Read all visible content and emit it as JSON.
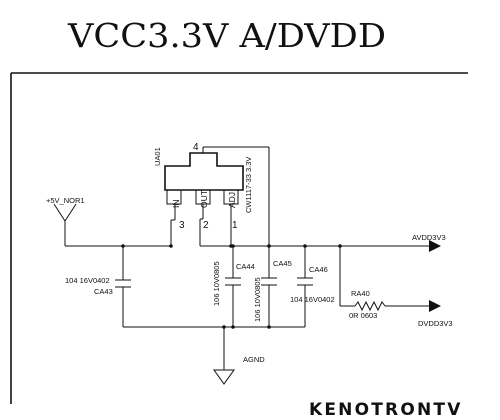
{
  "title": "VCC3.3V  A/DVDD",
  "regulator": {
    "ref": "UA01",
    "part": "CW1117-33 3.3V",
    "pin_names": [
      "IN",
      "OUT",
      "ADJ"
    ],
    "pin_numbers": [
      "3",
      "2",
      "1"
    ],
    "tab_pin": "4"
  },
  "nets": {
    "input": "+5V_NOR1",
    "avdd": "AVDD3V3",
    "dvdd": "DVDD3V3",
    "ground": "AGND"
  },
  "components": {
    "ca43": {
      "ref": "CA43",
      "value": "104 16V0402"
    },
    "ca44": {
      "ref": "CA44",
      "value": "106 10V0805"
    },
    "ca45": {
      "ref": "CA45",
      "value": "106 10V0805"
    },
    "ca46": {
      "ref": "CA46",
      "value": "104 16V0402"
    },
    "ra40": {
      "ref": "RA40",
      "value": "0R 0603"
    }
  },
  "watermark": "KENOTRONTV"
}
